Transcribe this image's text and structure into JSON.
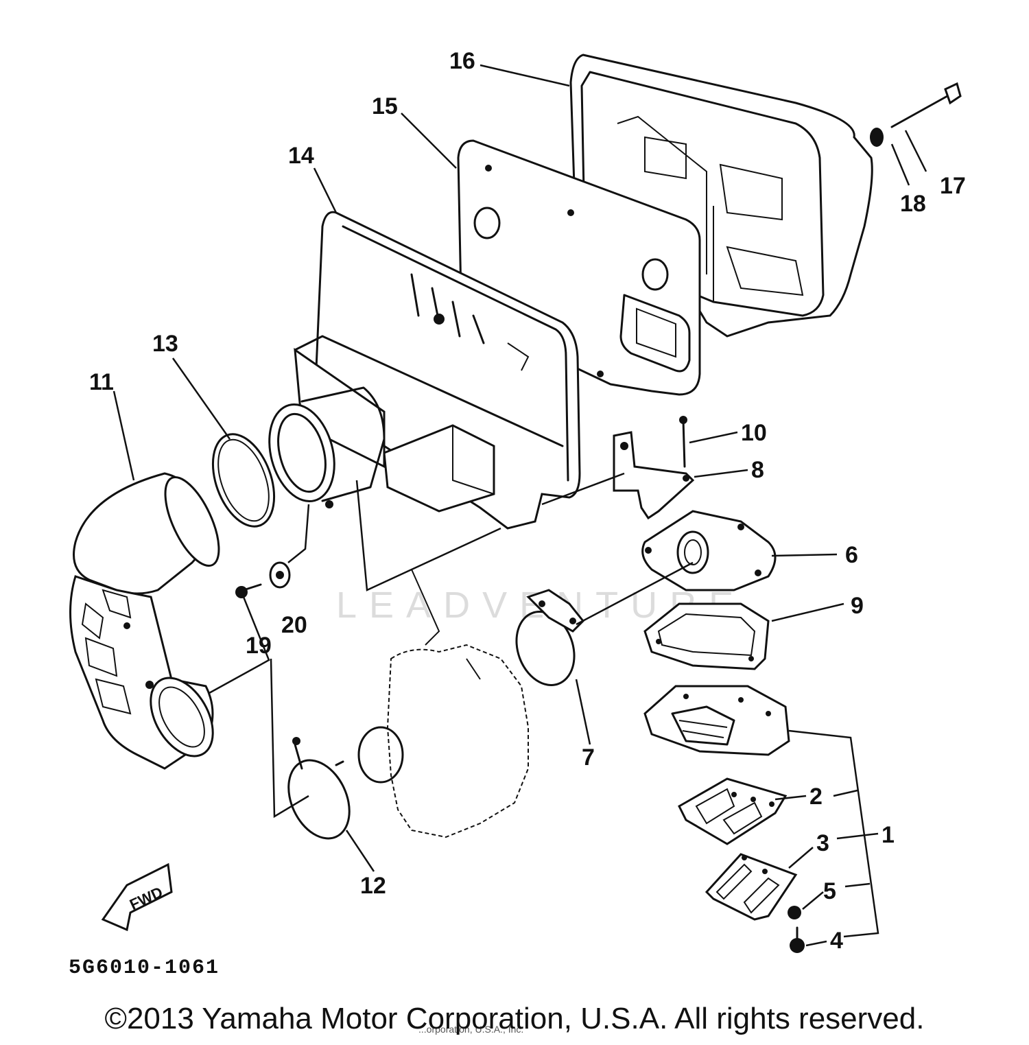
{
  "diagram": {
    "part_code": "5G6010-1061",
    "watermark": "LEADVENTURE",
    "copyright": "©2013 Yamaha Motor Corporation, U.S.A. All rights reserved.",
    "fine_print": "...orporation, U.S.A., Inc.",
    "fwd_label": "FWD",
    "callouts": [
      "1",
      "2",
      "3",
      "4",
      "5",
      "6",
      "7",
      "8",
      "9",
      "10",
      "11",
      "12",
      "13",
      "14",
      "15",
      "16",
      "17",
      "18",
      "19",
      "20"
    ]
  }
}
